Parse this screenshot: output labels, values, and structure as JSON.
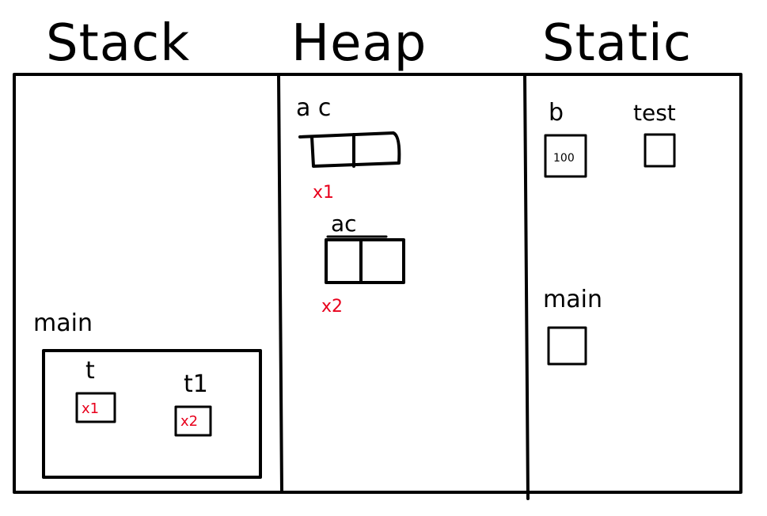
{
  "headers": {
    "stack": "Stack",
    "heap": "Heap",
    "static": "Static"
  },
  "stack": {
    "frame_label": "main",
    "var_t_label": "t",
    "var_t_value": "x1",
    "var_t1_label": "t1",
    "var_t1_value": "x2"
  },
  "heap": {
    "obj1_fields": "a c",
    "obj1_addr": "x1",
    "obj2_fields": "ac",
    "obj2_addr": "x2"
  },
  "static": {
    "b_label": "b",
    "b_value": "100",
    "test_label": "test",
    "main_label": "main"
  },
  "colors": {
    "ink": "#000000",
    "address": "#e8001c",
    "background": "#ffffff"
  }
}
